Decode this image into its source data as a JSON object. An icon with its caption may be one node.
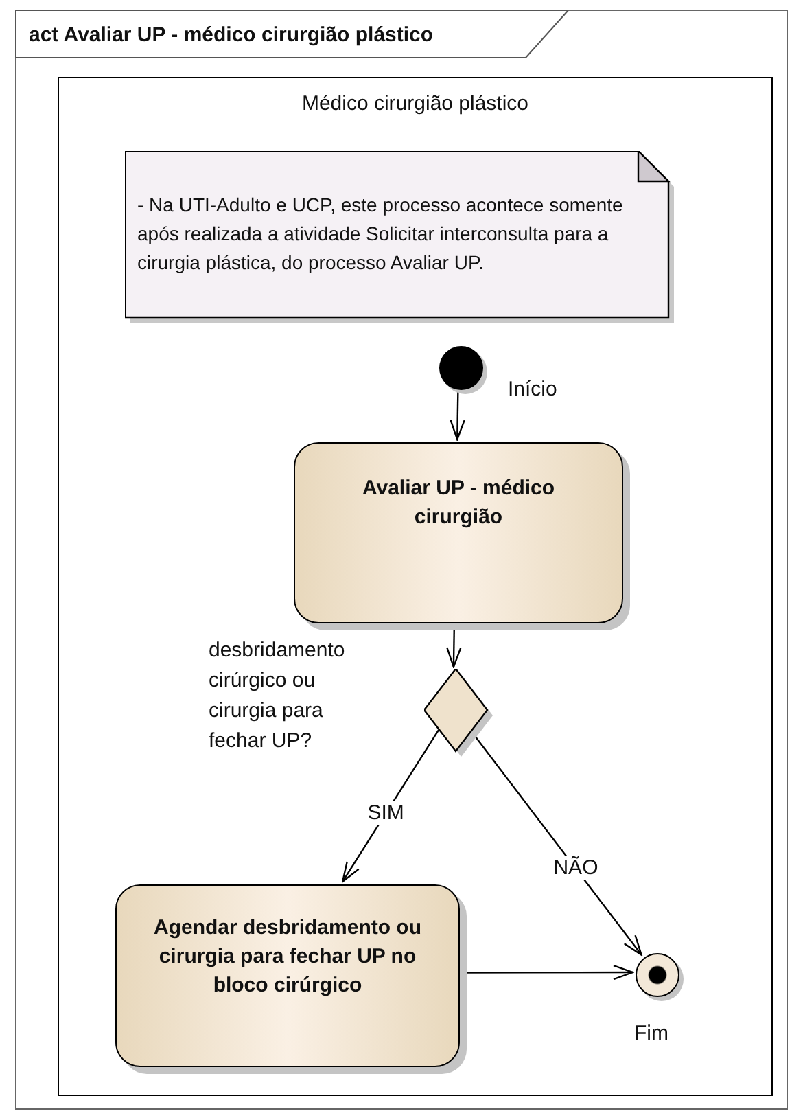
{
  "diagram": {
    "title": "act Avaliar UP - médico cirurgião plástico",
    "nodes": [
      {
        "text": [],
        "shape": "box"
      },
      {
        "text": [
          "Médico cirurgião plástico"
        ],
        "in": 0
      },
      {
        "text": [
          "- Na UTI-Adulto e UCP, este processo acontece somente após realizada a atividade Solicitar interconsulta para a cirurgia plástica, do processo Avaliar UP."
        ],
        "in": 1
      },
      {
        "text": [],
        "shape": "circle",
        "beside": [
          "Início"
        ],
        "in": 1
      },
      {
        "text": [
          "Avaliar UP - médico cirurgião"
        ],
        "in": 1
      },
      {
        "text": [],
        "shape": "diamond",
        "in": 1
      },
      {
        "text": [
          "Agendar desbridamento ou cirurgia para fechar UP no bloco cirúrgico"
        ],
        "in": 1
      },
      {
        "text": [],
        "shape": "bullseye",
        "beside": [
          "Fim"
        ],
        "in": 1
      }
    ],
    "edges": [
      {
        "from": 3,
        "to": 4,
        "arrow": "to"
      },
      {
        "from": 4,
        "to": 5,
        "arrow": "to"
      },
      {
        "from": 5,
        "to": 6,
        "label": "SIM",
        "arrow": "to"
      },
      {
        "from": 5,
        "to": 7,
        "label": "NÃO",
        "arrow": "to"
      },
      {
        "from": 6,
        "to": 7,
        "arrow": "to"
      }
    ],
    "labels": [
      "desbridamento cirúrgico ou cirurgia para fechar UP?"
    ]
  }
}
